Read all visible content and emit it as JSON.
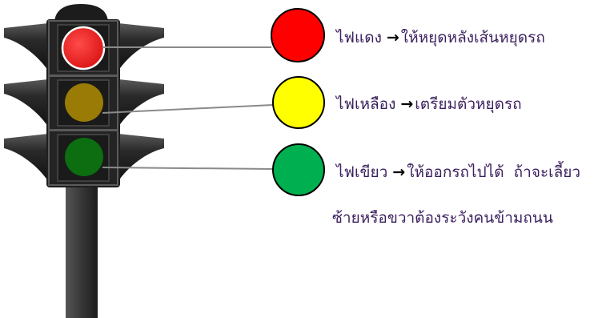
{
  "traffic_light": {
    "body_color": "#1f1f1f",
    "pole_color": "#3a3a3a",
    "lamps": [
      {
        "name": "red",
        "color": "#e81b1b",
        "ring_color": "#ffffff"
      },
      {
        "name": "yellow",
        "color": "#9a7b06"
      },
      {
        "name": "green",
        "color": "#0c6e10"
      }
    ],
    "connector_color": "#8a8a8a"
  },
  "legend": [
    {
      "swatch_color": "#ff0000",
      "label": "ไฟแดง",
      "arrow": "→",
      "description": "ให้หยุดหลังเส้นหยุดรถ"
    },
    {
      "swatch_color": "#ffff00",
      "label": "ไฟเหลือง",
      "arrow": "→",
      "description": "เตรียมตัวหยุดรถ"
    },
    {
      "swatch_color": "#00b050",
      "label": "ไฟเขียว",
      "arrow": "→",
      "description": "ให้ออกรถไปได้  ถ้าจะเลี้ยว",
      "description_continued": "ซ้ายหรือขวาต้องระวังคนข้ามถนน"
    }
  ],
  "text_color": "#3a1f5d"
}
